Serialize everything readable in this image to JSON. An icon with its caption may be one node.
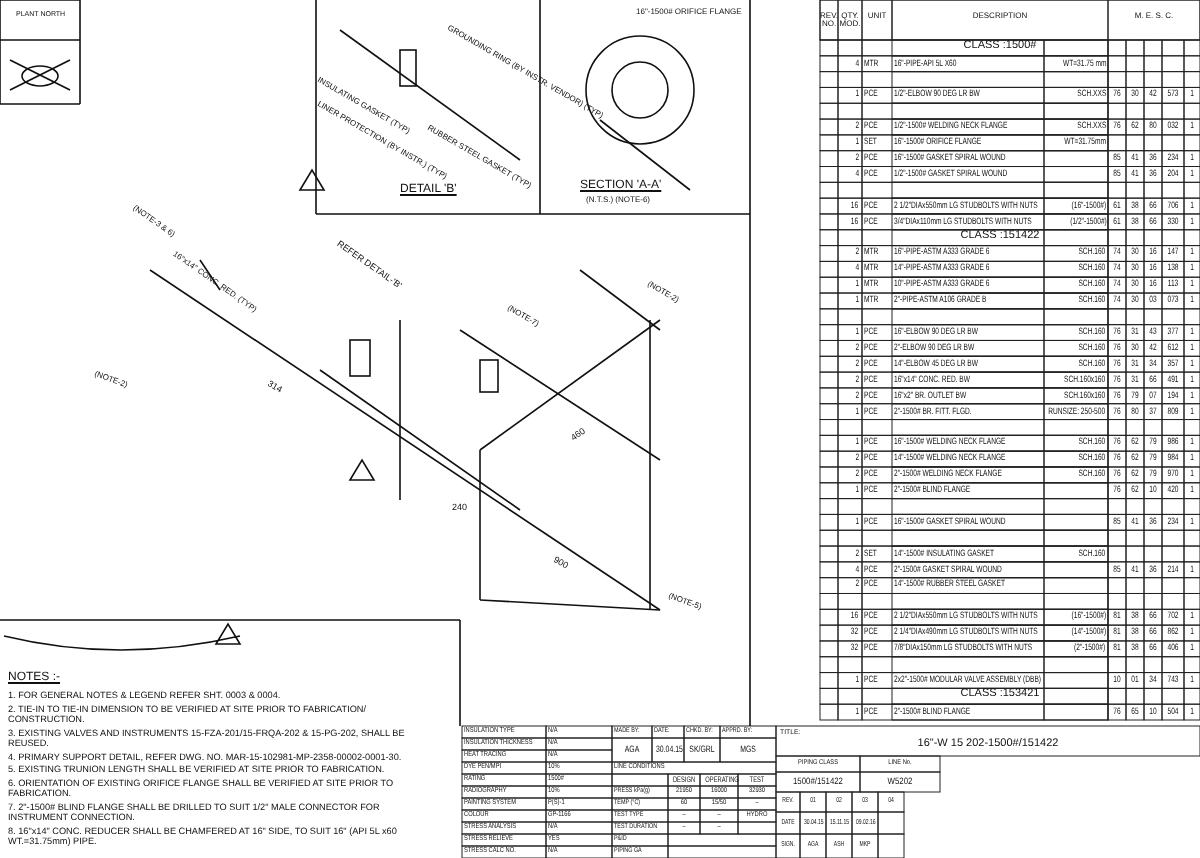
{
  "diagram": {
    "labels": [
      "PLANT NORTH",
      "INSULATING GASKET (TYP)",
      "LINER PROTECTION (BY INSTR.) (TYP)",
      "GROUNDING RING (BY INSTR. VENDOR) (TYP)",
      "RUBBER STEEL GASKET (TYP)",
      "DETAIL 'B'",
      "16\"-1500# ORIFICE FLANGE",
      "SECTION 'A-A'",
      "(N.T.S.) (NOTE-6)",
      "REFER DETAIL-'B'",
      "(NOTE-3 & 6)",
      "16\"x14\" CONC. RED. (TYP)",
      "(NOTE-2)",
      "(NOTE-7)",
      "314",
      "240",
      "900",
      "460",
      "(NOTE-2)",
      "(NOTE-5)",
      "REV. NO.",
      "QTY. MOD.",
      "UNIT",
      "DESCRIPTION",
      "M. E. S. C.",
      "CLASS :1500#",
      "4",
      "MTR",
      "16\"-PIPE-API 5L X60",
      "WT=31.75 mm",
      "1",
      "PCE",
      "1/2\"-ELBOW 90 DEG LR BW",
      "SCH.XXS",
      "76",
      "30",
      "42",
      "573",
      "1",
      "2",
      "PCE",
      "1/2\"-1500# WELDING NECK FLANGE",
      "SCH.XXS",
      "76",
      "62",
      "80",
      "032",
      "1",
      "1",
      "SET",
      "16\"-1500# ORIFICE FLANGE",
      "WT=31.75mm",
      "2",
      "PCE",
      "16\"-1500# GASKET SPIRAL WOUND",
      "85",
      "41",
      "36",
      "234",
      "1",
      "4",
      "PCE",
      "1/2\"-1500# GASKET SPIRAL WOUND",
      "85",
      "41",
      "36",
      "204",
      "1",
      "16",
      "PCE",
      "2 1/2\"DIAx550mm LG STUDBOLTS WITH NUTS",
      "(16\"-1500#)",
      "61",
      "38",
      "66",
      "706",
      "1",
      "16",
      "PCE",
      "3/4\"DIAx110mm LG STUDBOLTS WITH NUTS",
      "(1/2\"-1500#)",
      "61",
      "38",
      "66",
      "330",
      "1",
      "CLASS :151422",
      "2",
      "MTR",
      "16\"-PIPE-ASTM A333 GRADE 6",
      "SCH.160",
      "74",
      "30",
      "16",
      "147",
      "1",
      "4",
      "MTR",
      "14\"-PIPE-ASTM A333 GRADE 6",
      "SCH.160",
      "74",
      "30",
      "16",
      "138",
      "1",
      "1",
      "MTR",
      "10\"-PIPE-ASTM A333 GRADE 6",
      "SCH.160",
      "74",
      "30",
      "16",
      "113",
      "1",
      "1",
      "MTR",
      "2\"-PIPE-ASTM A106 GRADE B",
      "SCH.160",
      "74",
      "30",
      "03",
      "073",
      "1",
      "1",
      "PCE",
      "16\"-ELBOW 90 DEG LR BW",
      "SCH.160",
      "76",
      "31",
      "43",
      "377",
      "1",
      "2",
      "PCE",
      "2\"-ELBOW 90 DEG LR BW",
      "SCH.160",
      "76",
      "30",
      "42",
      "612",
      "1",
      "2",
      "PCE",
      "14\"-ELBOW 45 DEG LR BW",
      "SCH.160",
      "76",
      "31",
      "34",
      "357",
      "1",
      "2",
      "PCE",
      "16\"x14\" CONC. RED. BW",
      "SCH.160x160",
      "76",
      "31",
      "66",
      "491",
      "1",
      "2",
      "PCE",
      "16\"x2\" BR. OUTLET BW",
      "SCH.160x160",
      "76",
      "79",
      "07",
      "194",
      "1",
      "1",
      "PCE",
      "2\"-1500# BR. FITT. FLGD.",
      "RUNSIZE: 250-500",
      "76",
      "80",
      "37",
      "809",
      "1",
      "1",
      "PCE",
      "16\"-1500# WELDING NECK FLANGE",
      "SCH.160",
      "76",
      "62",
      "79",
      "986",
      "1",
      "2",
      "PCE",
      "14\"-1500# WELDING NECK FLANGE",
      "SCH.160",
      "76",
      "62",
      "79",
      "984",
      "1",
      "2",
      "PCE",
      "2\"-1500# WELDING NECK FLANGE",
      "SCH.160",
      "76",
      "62",
      "79",
      "970",
      "1",
      "1",
      "PCE",
      "2\"-1500# BLIND FLANGE",
      "76",
      "62",
      "10",
      "420",
      "1",
      "1",
      "PCE",
      "16\"-1500# GASKET SPIRAL WOUND",
      "85",
      "41",
      "36",
      "234",
      "1",
      "2",
      "SET",
      "14\"-1500# INSULATING GASKET",
      "SCH.160",
      "4",
      "PCE",
      "2\"-1500# GASKET SPIRAL WOUND",
      "85",
      "41",
      "36",
      "214",
      "1",
      "2",
      "PCE",
      "14\"-1500# RUBBER STEEL GASKET",
      "16",
      "PCE",
      "2 1/2\"DIAx550mm LG STUDBOLTS WITH NUTS",
      "(16\"-1500#)",
      "81",
      "38",
      "66",
      "702",
      "1",
      "32",
      "PCE",
      "2 1/4\"DIAx490mm LG STUDBOLTS WITH NUTS",
      "(14\"-1500#)",
      "81",
      "38",
      "66",
      "862",
      "1",
      "32",
      "PCE",
      "7/8\"DIAx150mm LG STUDBOLTS WITH NUTS",
      "(2\"-1500#)",
      "81",
      "38",
      "66",
      "406",
      "1",
      "1",
      "PCE",
      "2x2\"-1500# MODULAR VALVE ASSEMBLY (DBB)",
      "10",
      "01",
      "34",
      "743",
      "1",
      "CLASS :153421",
      "1",
      "PCE",
      "2\"-1500# BLIND FLANGE",
      "76",
      "65",
      "10",
      "504",
      "1",
      "NOTES :-",
      "1. FOR GENERAL NOTES & LEGEND REFER SHT. 0003 & 0004.",
      "2. TIE-IN TO TIE-IN DIMENSION TO BE VERIFIED AT SITE PRIOR TO FABRICATION/ CONSTRUCTION.",
      "3. EXISTING VALVES AND INSTRUMENTS 15-FZA-201/15-FRQA-202 & 15-PG-202, SHALL BE REUSED.",
      "4. PRIMARY SUPPORT DETAIL, REFER DWG. NO. MAR-15-102981-MP-2358-00002-0001-30.",
      "5. EXISTING TRUNION LENGTH SHALL BE VERIFIED AT SITE PRIOR TO FABRICATION.",
      "6. ORIENTATION OF EXISTING ORIFICE FLANGE SHALL BE VERIFIED AT SITE PRIOR TO FABRICATION.",
      "7. 2\"-1500# BLIND FLANGE SHALL BE DRILLED TO SUIT 1/2\" MALE CONNECTOR FOR INSTRUMENT CONNECTION.",
      "8. 16\"x14\" CONC. REDUCER SHALL BE CHAMFERED AT 16\" SIDE, TO SUIT 16\" (API 5L x60 WT.=31.75mm) PIPE.",
      "INSULATION TYPE",
      "N/A",
      "INSULATION THICKNESS",
      "N/A",
      "HEAT TRACING",
      "N/A",
      "DYE PEN/MPI",
      "10%",
      "RATING",
      "1500#",
      "RADIOGRAPHY",
      "10%",
      "PAINTING SYSTEM",
      "P(S)-1",
      "COLOUR",
      "GP-1166",
      "STRESS ANALYSIS",
      "N/A",
      "STRESS RELIEVE",
      "YES",
      "STRESS CALC NO.",
      "N/A",
      "MADE BY:",
      "DATE:",
      "CHKD. BY:",
      "APPRD. BY:",
      "AGA",
      "30.04.15",
      "SK/GRL",
      "MGS",
      "LINE CONDITIONS",
      "DESIGN",
      "OPERATING",
      "TEST",
      "PRESS kPa(g)",
      "21950",
      "16000",
      "32930",
      "TEMP (°C)",
      "60",
      "15/50",
      "–",
      "TEST TYPE",
      "–",
      "–",
      "HYDRO",
      "TEST DURATION",
      "–",
      "–",
      "P&ID",
      "PIPING GA",
      "TITLE:",
      "16\"-W 15 202-1500#/151422",
      "PIPING CLASS",
      "LINE No.",
      "1500#/151422",
      "W5202",
      "REV.",
      "01",
      "02",
      "03",
      "04",
      "DATE",
      "30.04.15",
      "15.11.15",
      "09.02.16",
      "SIGN.",
      "AGA",
      "ASH",
      "MKP"
    ]
  }
}
